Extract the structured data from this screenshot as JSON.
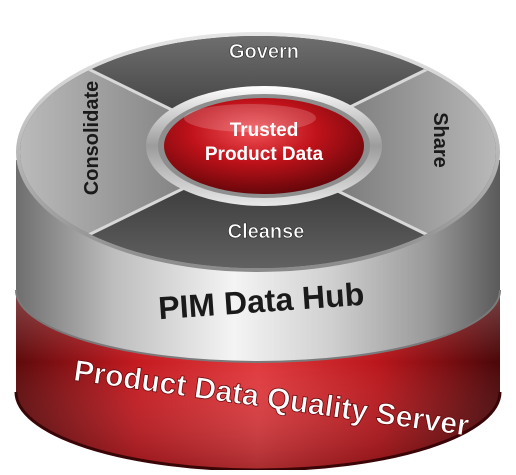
{
  "center": {
    "line1": "Trusted",
    "line2": "Product Data"
  },
  "segments": {
    "top": "Govern",
    "bottom": "Cleanse",
    "left": "Consolidate",
    "right": "Share"
  },
  "middle_band": {
    "label": "PIM Data Hub"
  },
  "bottom_band": {
    "label": "Product Data Quality Server"
  },
  "colors": {
    "hub_red": "#c0121a",
    "server_red": "#b0181c",
    "metal": "#a9a9a9",
    "segment_dark": "#3c3c3c"
  }
}
